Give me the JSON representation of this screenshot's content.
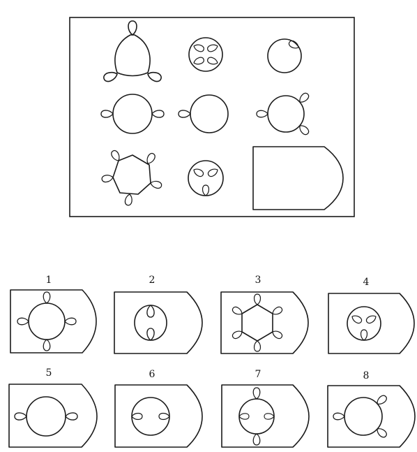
{
  "matrix": {
    "answer_slot": "",
    "rows": 3,
    "cols": 3
  },
  "options": [
    {
      "label": "1"
    },
    {
      "label": "2"
    },
    {
      "label": "3"
    },
    {
      "label": "4"
    },
    {
      "label": "5"
    },
    {
      "label": "6"
    },
    {
      "label": "7"
    },
    {
      "label": "8"
    }
  ]
}
